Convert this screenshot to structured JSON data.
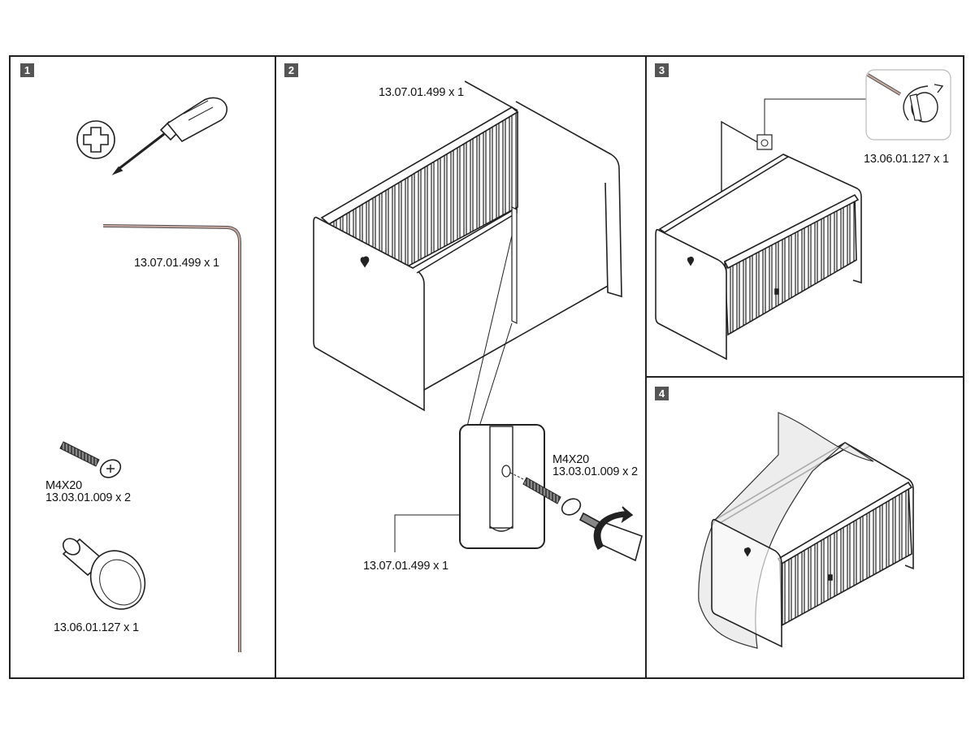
{
  "steps": [
    {
      "number": "1",
      "tools": [
        "phillips-screwdriver"
      ],
      "parts": [
        {
          "code": "13.07.01.499 x 1"
        },
        {
          "size": "M4X20",
          "code": "13.03.01.009 x 2"
        },
        {
          "code": "13.06.01.127 x 1"
        }
      ]
    },
    {
      "number": "2",
      "rod_code_top": "13.07.01.499 x 1",
      "screw_size": "M4X20",
      "screw_code": "13.03.01.009 x 2",
      "rod_code_bottom": "13.07.01.499 x 1"
    },
    {
      "number": "3",
      "knob_code": "13.06.01.127 x 1"
    },
    {
      "number": "4"
    }
  ],
  "colors": {
    "frame": "#222222",
    "badge": "#555555",
    "rod": "#a88a80",
    "netting": "#e6e6e6"
  }
}
